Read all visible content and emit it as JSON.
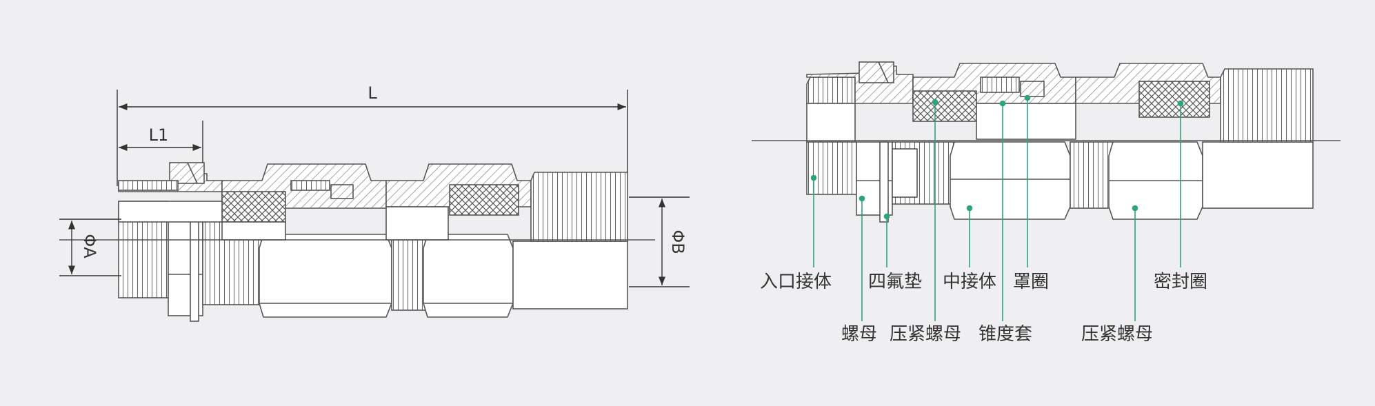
{
  "dimensions": {
    "overall_length": "L",
    "entry_length": "L1",
    "diameter_a": "ΦA",
    "diameter_b": "ΦB"
  },
  "parts": {
    "entry_body": "入口接体",
    "nut": "螺母",
    "ptfe_gasket": "四氟垫",
    "compression_nut_1": "压紧螺母",
    "middle_body": "中接体",
    "taper_sleeve": "锥度套",
    "cover_ring": "罩圈",
    "compression_nut_2": "压紧螺母",
    "seal_ring": "密封圈"
  },
  "colors": {
    "line": "#555555",
    "leader": "#2aa37e",
    "background": "#efeff1"
  }
}
